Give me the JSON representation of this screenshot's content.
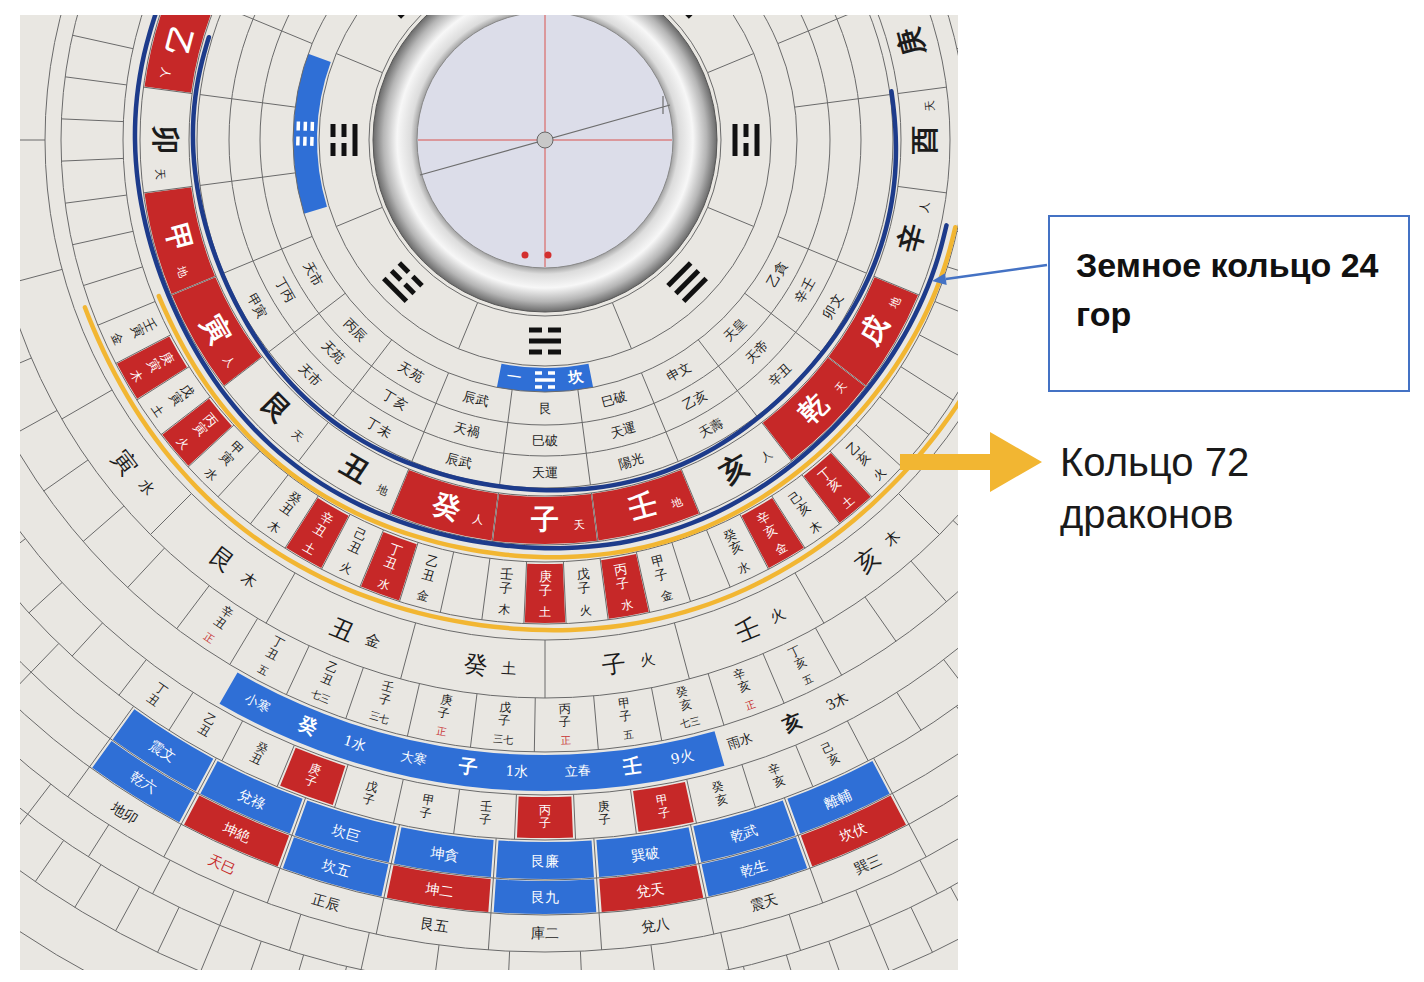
{
  "diagram": {
    "nodes": [
      {
        "text": [
          "Земное кольцо 24 гор"
        ]
      }
    ],
    "labels": [
      "Кольцо 72 драконов",
      "乙貪",
      "天皇",
      "申文",
      "巳破",
      "艮",
      "辰武",
      "天苑",
      "丙辰",
      "天市",
      "辛壬",
      "天帝",
      "乙亥",
      "天運",
      "巳破",
      "天禍",
      "丁亥",
      "天苑",
      "丁丙",
      "卯文",
      "辛丑",
      "天壽",
      "陽光",
      "天運",
      "辰武",
      "丁未",
      "天市",
      "甲寅",
      "一",
      "坎",
      "庚",
      "酉",
      "辛",
      "戌",
      "乾",
      "亥",
      "壬",
      "子",
      "癸",
      "丑",
      "艮",
      "寅",
      "甲",
      "卯",
      "乙",
      "天",
      "人",
      "地",
      "天",
      "人",
      "地",
      "天",
      "人",
      "地",
      "天",
      "人",
      "地",
      "天",
      "人",
      "乙亥",
      "火",
      "丁亥",
      "土",
      "己亥",
      "木",
      "辛亥",
      "金",
      "癸亥",
      "水",
      "甲子",
      "金",
      "丙子",
      "水",
      "戊子",
      "火",
      "庚子",
      "土",
      "壬子",
      "木",
      "乙丑",
      "金",
      "丁丑",
      "水",
      "己丑",
      "火",
      "辛丑",
      "土",
      "癸丑",
      "木",
      "甲寅",
      "水",
      "丙寅",
      "火",
      "戊寅",
      "土",
      "庚寅",
      "木",
      "壬寅",
      "金",
      "亥",
      "木",
      "壬",
      "火",
      "子",
      "火",
      "癸",
      "土",
      "丑",
      "金",
      "艮",
      "木",
      "寅",
      "水",
      "辛丑",
      "正",
      "丁丑",
      "五",
      "乙丑",
      "七三",
      "壬子",
      "三七",
      "庚子",
      "正",
      "戊子",
      "三七",
      "丙子",
      "正",
      "甲子",
      "五",
      "癸亥",
      "七三",
      "辛亥",
      "正",
      "丁亥",
      "五",
      "小寒",
      "癸",
      "1水",
      "大寒",
      "子",
      "1水",
      "立春",
      "壬",
      "9火",
      "雨水",
      "亥",
      "3木",
      "丁丑",
      "乙丑",
      "癸丑",
      "庚子",
      "戊子",
      "甲子",
      "壬子",
      "丙子",
      "庚子",
      "甲子",
      "癸亥",
      "辛亥",
      "己亥",
      "震文",
      "兌祿",
      "坎巨",
      "坤貪",
      "艮廉",
      "巽破",
      "乾武",
      "離輔",
      "乾六",
      "坤絶",
      "坎五",
      "坤二",
      "艮九",
      "兌天",
      "乾生",
      "坎伏",
      "地卯",
      "天巳",
      "正辰",
      "艮五",
      "庫二",
      "兌八",
      "震天",
      "巽三"
    ]
  }
}
